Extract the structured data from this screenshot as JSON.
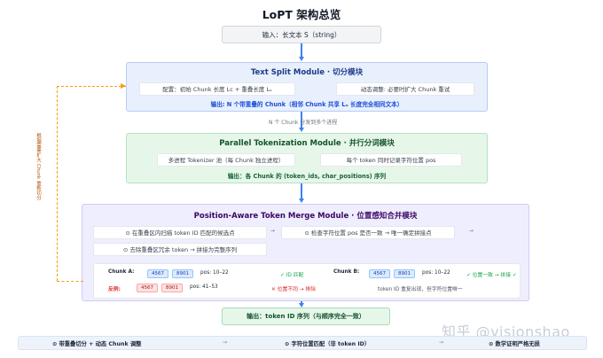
{
  "title": "LoPT 架构总览",
  "input_label": "输入：长文本 S（string）",
  "module1": {
    "title": "Text Split Module · 切分模块",
    "chip1": "配置：初始 Chunk 长度 Lc + 重叠长度 Lₒ",
    "chip2": "动态调整: 必要时扩大 Chunk 重试",
    "output": "输出: N 个带重叠的 Chunk（相邻 Chunk 共享 Lₒ 长度完全相同文本）"
  },
  "between_note": "N 个 Chunk 分发到多个进程",
  "module2": {
    "title": "Parallel Tokenization Module · 并行分词模块",
    "chip1": "多进程 Tokenizer 池（每 Chunk 独立进程）",
    "chip2": "每个 token 同时记录字符位置 pos",
    "output": "输出：各 Chunk 的 (token_ids, char_positions) 序列"
  },
  "module3": {
    "title": "Position-Aware Token Merge Module · 位置感知合并模块",
    "step1": "⊙ 在重叠区内扫描 token ID 匹配的候选点",
    "step2": "⊙ 检查字符位置 pos 是否一致 → 唯一确定拼接点",
    "step3": "⊙ 去除重叠区冗余 token → 拼接为完整序列",
    "arrow": "→",
    "chunk_a_label": "Chunk A:",
    "chunk_b_label": "Chunk B:",
    "tok_a1": "4567",
    "tok_a2": "8901",
    "tok_b1": "4567",
    "tok_b2": "8901",
    "pos_a": "pos: 10–22",
    "pos_b": "pos: 10–22",
    "id_match": "✓ ID 匹配",
    "pos_match": "✓ 位置一致 → 拼接 ✓",
    "counter_label": "反例:",
    "tok_c1": "4567",
    "tok_c2": "8901",
    "pos_c": "pos: 41–53",
    "pos_mismatch": "✕ 位置不同 → 排除",
    "counter_note": "token ID 重复出现，但字符位置唯一"
  },
  "side_label": "根据需要扩大 Chunk 重新切分",
  "output_label": "输出：token ID 序列（与顺序完全一致）",
  "footer": {
    "item1": "⊙ 带重叠切分 + 动态 Chunk 调整",
    "item2": "⊙ 字符位置匹配（非 token ID）",
    "item3": "⊙ 数学证明严格无损",
    "arrow": "→"
  },
  "watermark": "知乎 @visionshao",
  "colors": {
    "blue_module": "#e8f0fd",
    "green_module": "#e6f7ea",
    "purple_module": "#efeefe",
    "flow_arrow": "#3b82f6",
    "feedback_dashed": "#f59e0b",
    "match_green": "#16a34a",
    "mismatch_red": "#dc2626"
  }
}
